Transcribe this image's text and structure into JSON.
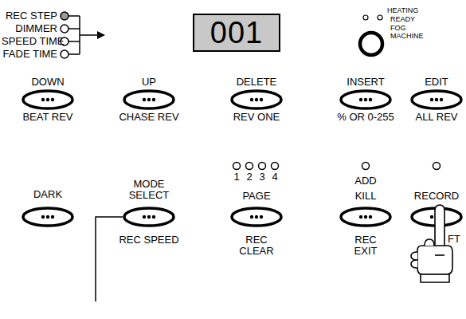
{
  "diagram": {
    "nodes": [
      {
        "text": [
          "001"
        ]
      }
    ],
    "labels": [
      "REC STEP",
      "DIMMER",
      "SPEED TIME",
      "FADE TIME",
      "HEATING",
      "READY",
      "FOG MACHINE",
      "DOWN",
      "BEAT REV",
      "UP",
      "CHASE REV",
      "DELETE",
      "REV ONE",
      "INSERT",
      "% OR 0-255",
      "EDIT",
      "ALL REV",
      "1",
      "2",
      "3",
      "4",
      "ADD",
      "DARK",
      "MODE SELECT",
      "REC SPEED",
      "PAGE",
      "REC CLEAR",
      "KILL",
      "REC EXIT",
      "RECORD",
      "FT"
    ]
  }
}
